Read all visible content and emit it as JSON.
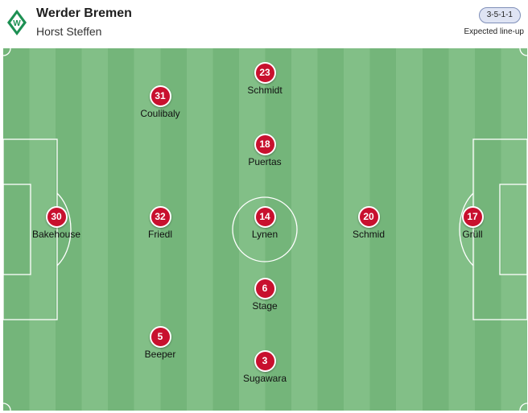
{
  "header": {
    "team": "Werder Bremen",
    "coach": "Horst Steffen",
    "formation": "3-5-1-1",
    "caption": "Expected line-up",
    "crest_icon": "werder-bremen-crest-icon",
    "crest_color": "#1d9053"
  },
  "colors": {
    "shirt": "#c8102e",
    "pitch_dark": "#74b57a",
    "pitch_light": "#82bf87"
  },
  "players": [
    {
      "number": "30",
      "name": "Bakehouse"
    },
    {
      "number": "32",
      "name": "Friedl"
    },
    {
      "number": "31",
      "name": "Coulibaly"
    },
    {
      "number": "5",
      "name": "Beeper"
    },
    {
      "number": "23",
      "name": "Schmidt"
    },
    {
      "number": "18",
      "name": "Puertas"
    },
    {
      "number": "14",
      "name": "Lynen"
    },
    {
      "number": "6",
      "name": "Stage"
    },
    {
      "number": "3",
      "name": "Sugawara"
    },
    {
      "number": "20",
      "name": "Schmid"
    },
    {
      "number": "17",
      "name": "Grüll"
    }
  ]
}
